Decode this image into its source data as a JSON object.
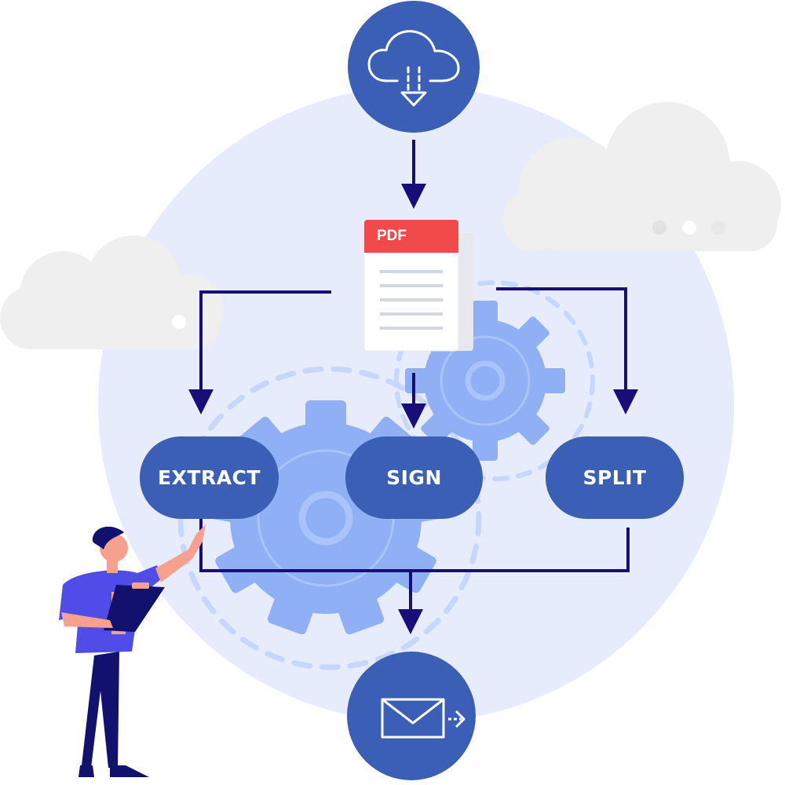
{
  "diagram": {
    "source_icon": "cloud-download-icon",
    "document": {
      "tag": "PDF",
      "icon": "pdf-document-icon"
    },
    "actions": [
      {
        "id": "extract",
        "label": "EXTRACT"
      },
      {
        "id": "sign",
        "label": "SIGN"
      },
      {
        "id": "split",
        "label": "SPLIT"
      }
    ],
    "output_icon": "email-send-icon"
  },
  "colors": {
    "node_fill": "#3a5fb5",
    "arrow": "#170e78",
    "gear": "#8fb0f5",
    "backdrop": "#e6ecfc",
    "pdf_red": "#f24a4a",
    "cloud_bg": "#efefef"
  }
}
